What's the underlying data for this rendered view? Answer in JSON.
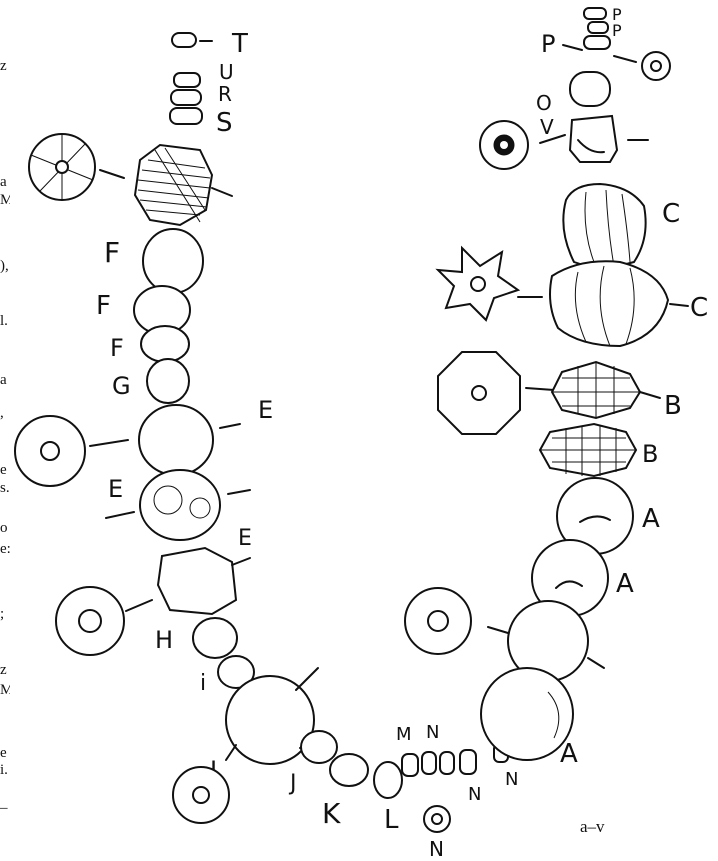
{
  "figure": {
    "caption": "a–v",
    "labels": {
      "T": "T",
      "U": "U",
      "R": "R",
      "S": "S",
      "P": "P",
      "O": "O",
      "V": "V",
      "C": "C",
      "B": "B",
      "A": "A",
      "F": "F",
      "G": "G",
      "E": "E",
      "H": "H",
      "I": "i",
      "J": "J",
      "K": "K",
      "L": "L",
      "M": "M",
      "N": "N"
    },
    "margin_fragments": [
      "z",
      "a",
      "M",
      "),",
      "l.",
      "a",
      ",",
      "e",
      "s.",
      "o",
      "e:",
      ";",
      "z",
      "M",
      "e",
      "i.",
      "–"
    ]
  }
}
